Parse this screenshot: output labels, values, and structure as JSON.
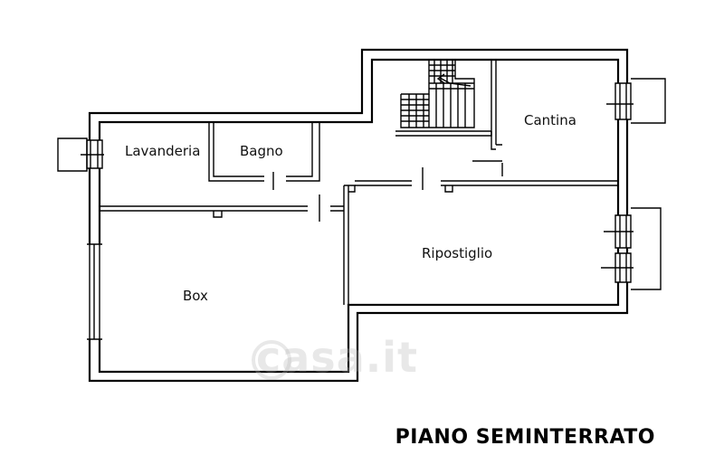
{
  "rooms": {
    "lavanderia": "Lavanderia",
    "bagno": "Bagno",
    "cantina": "Cantina",
    "ripostiglio": "Ripostiglio",
    "box": "Box"
  },
  "caption": "PIANO SEMINTERRATO",
  "watermark": "casa.it"
}
